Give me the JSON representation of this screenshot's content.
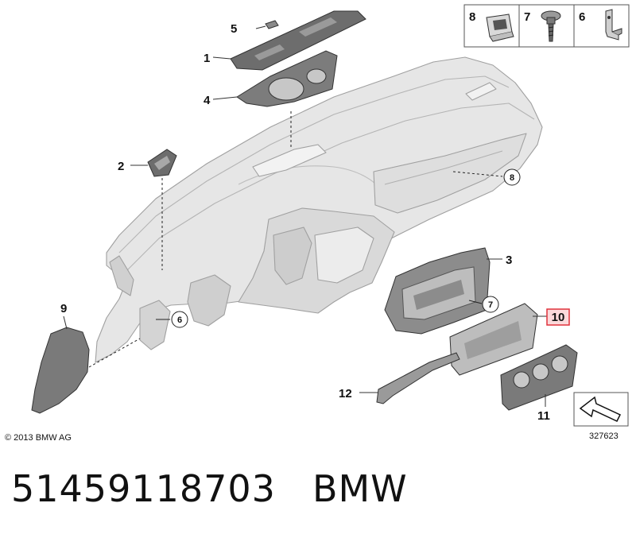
{
  "callouts": {
    "c1": "1",
    "c2": "2",
    "c3": "3",
    "c4": "4",
    "c5": "5",
    "c6": "6",
    "c7": "7",
    "c8": "8",
    "c9": "9",
    "c10": "10",
    "c11": "11",
    "c12": "12"
  },
  "legend": {
    "a": "8",
    "b": "7",
    "c": "6"
  },
  "copyright": "© 2013 BMW AG",
  "diagram_number": "327623",
  "part_number": "51459118703",
  "brand": "BMW",
  "colors": {
    "highlight": "#e0323c",
    "highlight_fill": "#fbd9db",
    "part_fill": "#e6e6e6",
    "dark_part": "#6d6d6d"
  }
}
